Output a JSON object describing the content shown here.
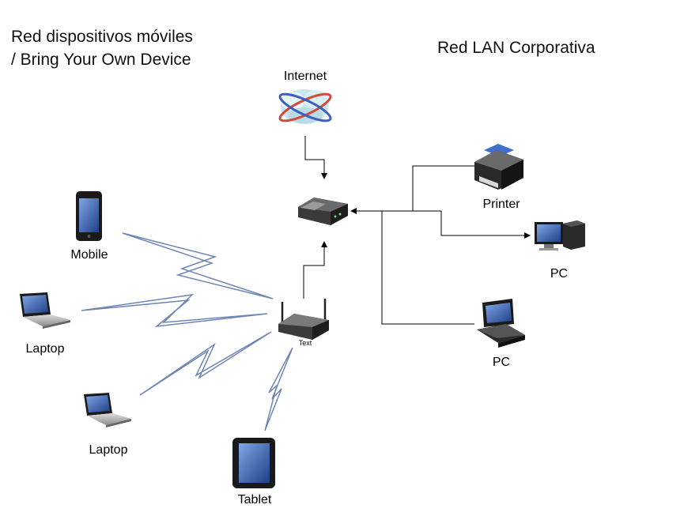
{
  "diagram": {
    "title_mobile_network_line1": "Red dispositivos móviles",
    "title_mobile_network_line2": "/ Bring Your Own Device",
    "title_corporate_lan": "Red LAN Corporativa",
    "nodes": {
      "internet": "Internet",
      "access_point": "Text",
      "mobile": "Mobile",
      "laptop_1": "Laptop",
      "laptop_2": "Laptop",
      "tablet": "Tablet",
      "printer": "Printer",
      "pc_1": "PC",
      "pc_2": "PC"
    },
    "colors": {
      "wireless_bolt_stroke": "#6f86b5",
      "connection_line": "#000000",
      "device_dark": "#2b2b2b",
      "screen_blue": "#2f5fb0"
    }
  }
}
